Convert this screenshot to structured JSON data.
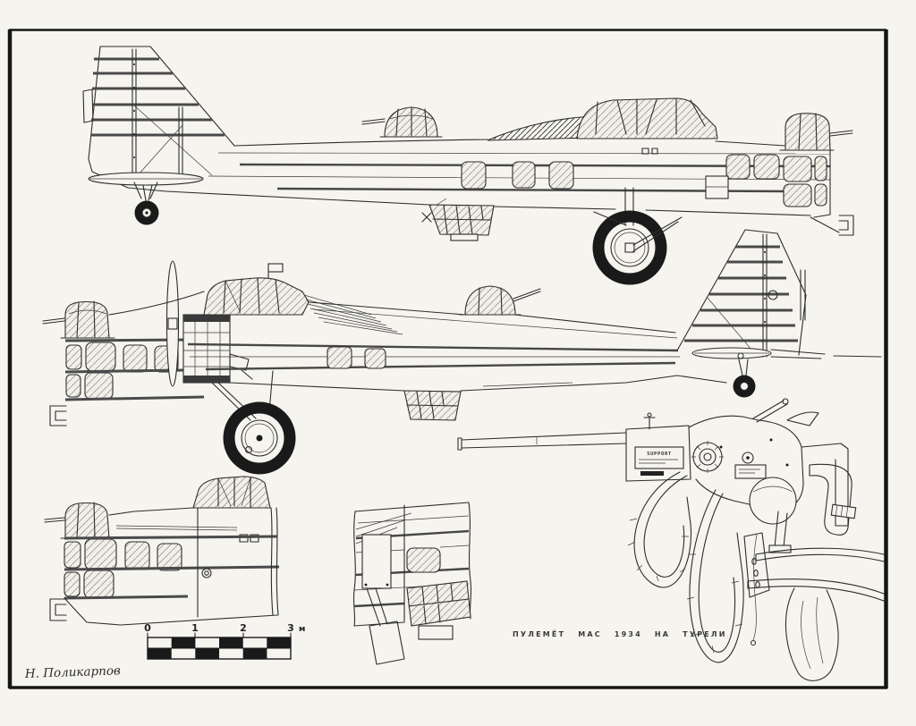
{
  "colors": {
    "paper": "#f6f4ee",
    "ink": "#2d2d2d",
    "frame": "#161616"
  },
  "captions": {
    "gun_detail": "ПУЛЕМЁТ МАС 1934 НА ТУРЕЛИ"
  },
  "labels": {
    "support_plate": "SUPPORT"
  },
  "signature": "Н. Поликарпов",
  "scale_bar": {
    "ticks": [
      "0",
      "1",
      "2",
      "3"
    ],
    "unit": "м"
  }
}
